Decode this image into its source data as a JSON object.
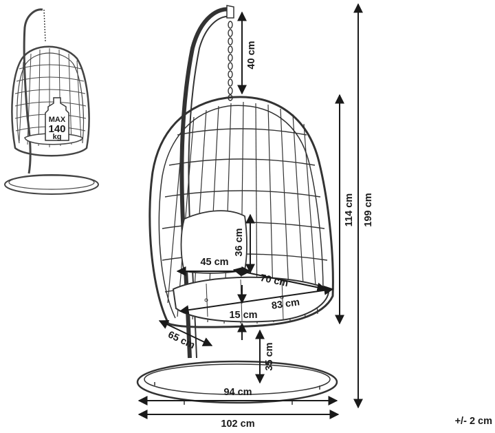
{
  "dimensions": {
    "chain_length": "40 cm",
    "cocoon_height": "114 cm",
    "total_height": "199 cm",
    "backrest_height": "36 cm",
    "seat_depth": "45 cm",
    "inner_width": "70 cm",
    "seat_width": "83 cm",
    "cushion_thickness": "15 cm",
    "seat_to_base": "35 cm",
    "cocoon_depth": "65 cm",
    "base_diameter": "94 cm",
    "total_width": "102 cm",
    "tolerance": "+/- 2 cm"
  },
  "max_load": {
    "label": "MAX",
    "value": "140",
    "unit": "kg"
  }
}
